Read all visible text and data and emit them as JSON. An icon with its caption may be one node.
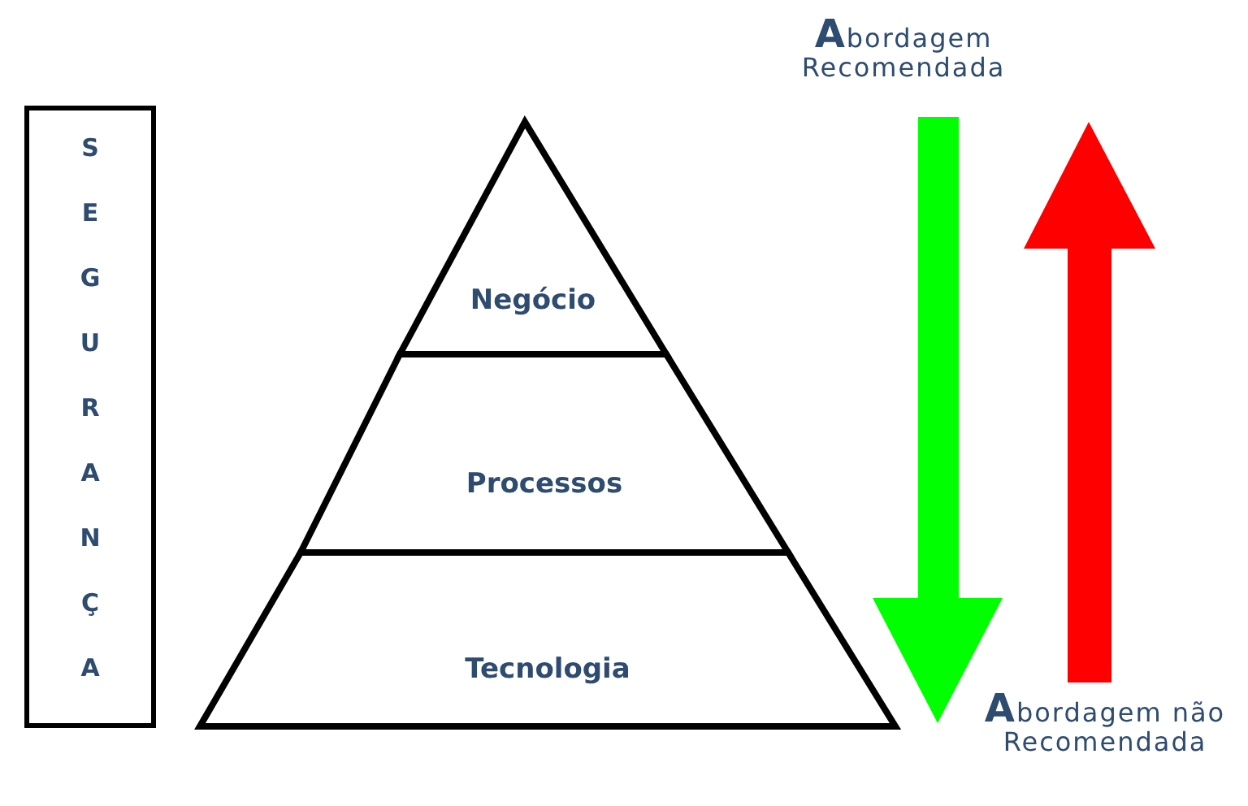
{
  "diagram": {
    "nodes": [
      {
        "text": [
          "SEGURANÇA"
        ]
      },
      {
        "text": [
          "Negócio"
        ]
      },
      {
        "text": [
          "Processos"
        ]
      },
      {
        "text": [
          "Tecnologia"
        ]
      }
    ],
    "labels": [
      "Abordagem Recomendada",
      "Abordagem não Recomendada"
    ]
  }
}
